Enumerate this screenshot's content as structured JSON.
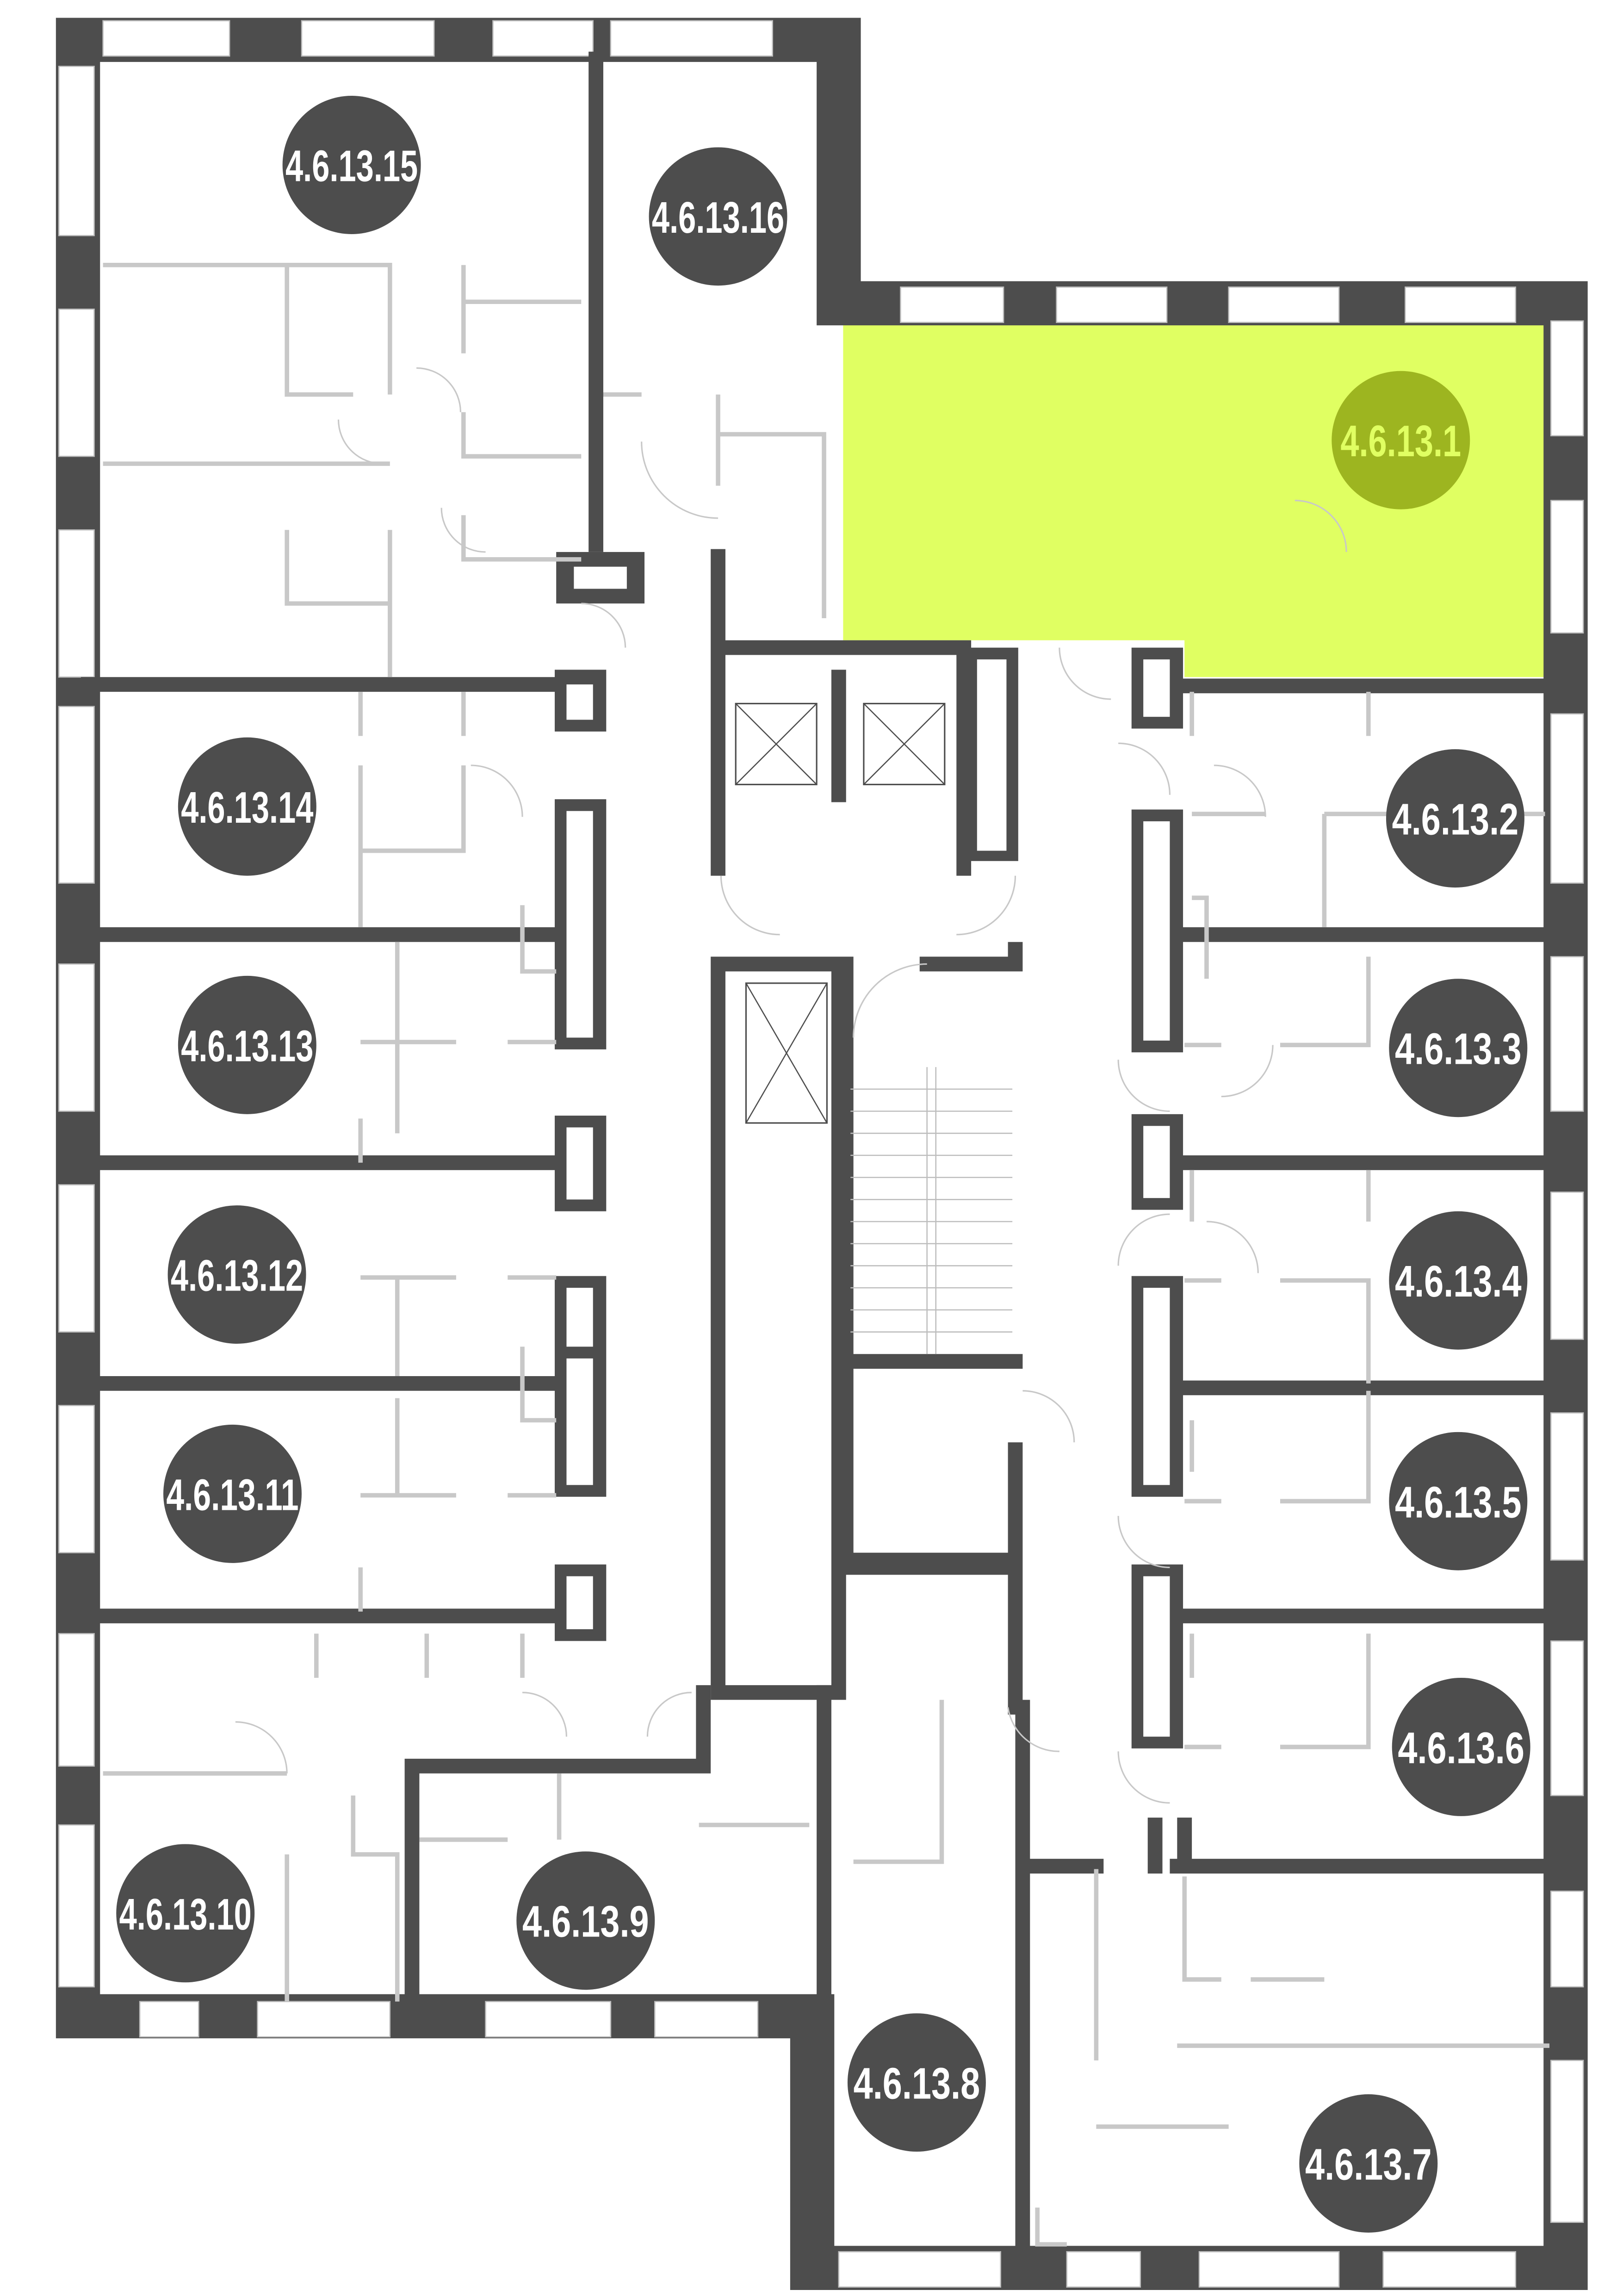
{
  "title": "Floor plan, floor 13, section 4.6",
  "colors": {
    "wall": "#4d4d4d",
    "highlight": "#e0ff62",
    "highlight_badge": "#9db520",
    "badge": "#4d4d4d",
    "badge_text": "#ffffff"
  },
  "selected_unit": "4.6.13.1",
  "units": [
    {
      "label": "4.6.13.1"
    },
    {
      "label": "4.6.13.2"
    },
    {
      "label": "4.6.13.3"
    },
    {
      "label": "4.6.13.4"
    },
    {
      "label": "4.6.13.5"
    },
    {
      "label": "4.6.13.6"
    },
    {
      "label": "4.6.13.7"
    },
    {
      "label": "4.6.13.8"
    },
    {
      "label": "4.6.13.9"
    },
    {
      "label": "4.6.13.10"
    },
    {
      "label": "4.6.13.11"
    },
    {
      "label": "4.6.13.12"
    },
    {
      "label": "4.6.13.13"
    },
    {
      "label": "4.6.13.14"
    },
    {
      "label": "4.6.13.15"
    },
    {
      "label": "4.6.13.16"
    }
  ]
}
